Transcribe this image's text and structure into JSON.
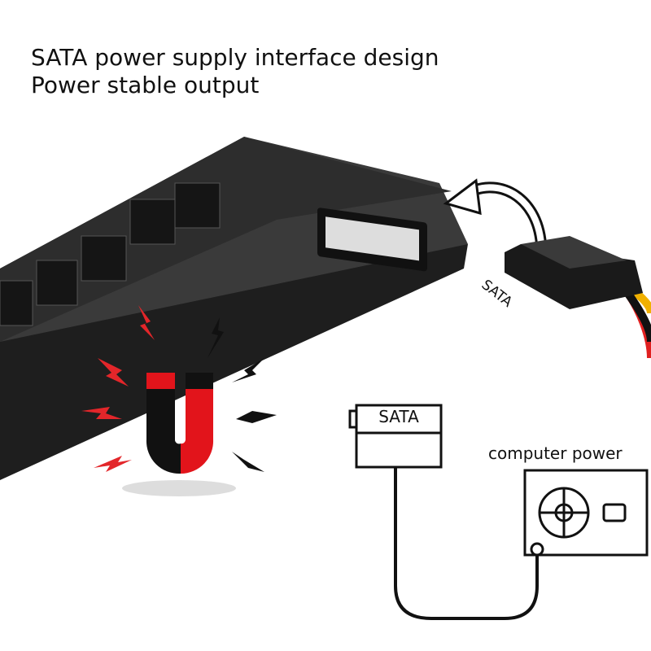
{
  "headline": {
    "line1": "SATA power supply interface design",
    "line2": "Power stable output"
  },
  "connector_label": "SATA",
  "plug_label": "SATA",
  "psu_label": "computer power",
  "colors": {
    "hub": "#2b2b2b",
    "magnet_red": "#e2141b",
    "bolt_red": "#e3262a",
    "black": "#111111"
  }
}
